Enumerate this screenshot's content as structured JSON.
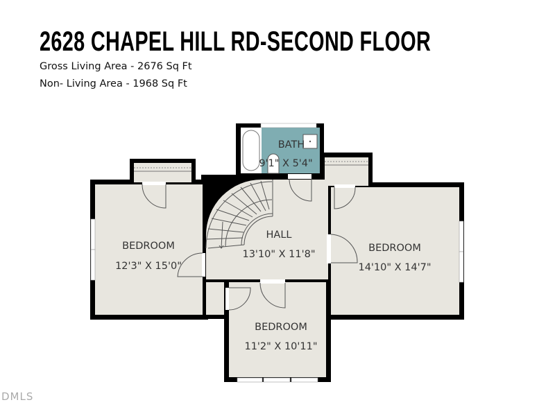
{
  "header": {
    "title": "2628 CHAPEL HILL RD-SECOND FLOOR",
    "gross_living_area": "Gross Living Area - 2676 Sq Ft",
    "non_living_area": "Non- Living Area - 1968 Sq Ft"
  },
  "rooms": {
    "bath": {
      "name": "BATH",
      "dims": "9'1\" X 5'4\""
    },
    "hall": {
      "name": "HALL",
      "dims": "13'10\" X 11'8\""
    },
    "bedroom_left": {
      "name": "BEDROOM",
      "dims": "12'3\" X 15'0\""
    },
    "bedroom_right": {
      "name": "BEDROOM",
      "dims": "14'10\" X 14'7\""
    },
    "bedroom_bottom": {
      "name": "BEDROOM",
      "dims": "11'2\" X 10'11\""
    }
  },
  "colors": {
    "wall": "#000000",
    "floor": "#e8e6df",
    "bath_floor": "#7fadb2",
    "line": "#555555"
  },
  "watermark": "DMLS"
}
